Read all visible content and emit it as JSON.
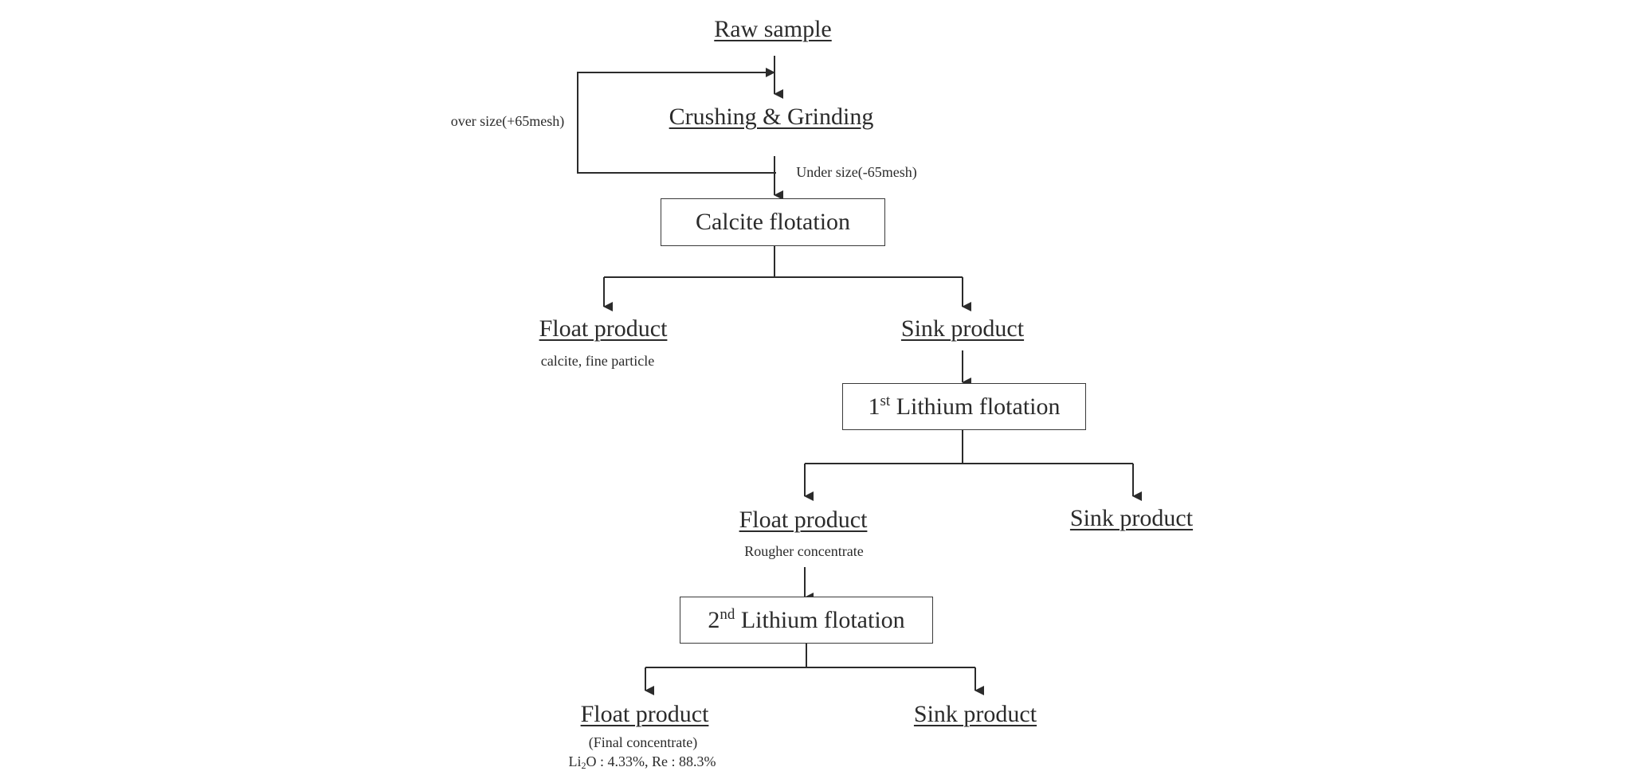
{
  "nodes": {
    "raw_sample": "Raw sample",
    "crushing_grinding": "Crushing & Grinding",
    "calcite_flotation": "Calcite flotation",
    "float_product_1": "Float product",
    "float_product_1_note": "calcite, fine particle",
    "sink_product_1": "Sink product",
    "lithium_flotation_1": {
      "num": "1",
      "sup": "st",
      "text": " Lithium flotation"
    },
    "float_product_2": "Float product",
    "float_product_2_note": "Rougher concentrate",
    "sink_product_2": "Sink product",
    "lithium_flotation_2": {
      "num": "2",
      "sup": "nd",
      "text": " Lithium flotation"
    },
    "float_product_3": "Float product",
    "float_product_3_note": "(Final concentrate)",
    "float_product_3_result": {
      "pre": "Li",
      "sub": "2",
      "post": "O : 4.33%, Re : 88.3%"
    },
    "sink_product_3": "Sink product"
  },
  "edges": {
    "oversize_label": "over size(+65mesh)",
    "undersize_label": "Under size(-65mesh)"
  }
}
